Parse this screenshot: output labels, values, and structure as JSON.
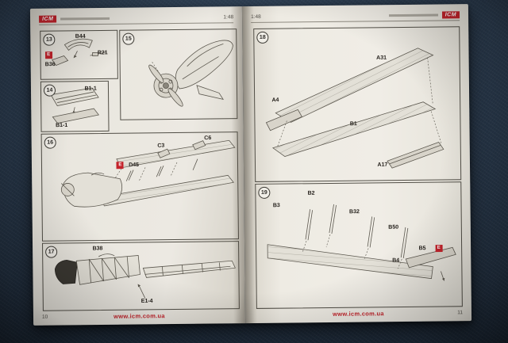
{
  "brand": {
    "logo_text": "ICM",
    "red": "#c4232b"
  },
  "left_page": {
    "scale": "1:48",
    "page_number": "10",
    "footer_url": "www.icm.com.ua",
    "steps": {
      "s13": {
        "number": "13",
        "callout": "E",
        "labels": {
          "b44": "B44",
          "r21": "R21",
          "b36": "B36"
        }
      },
      "s14": {
        "number": "14",
        "labels": {
          "top": "B1-1",
          "bottom": "B1-1"
        }
      },
      "s15": {
        "number": "15"
      },
      "s16": {
        "number": "16",
        "callout": "E",
        "labels": {
          "c3": "C3",
          "c6": "C6",
          "d45": "D45"
        }
      },
      "s17": {
        "number": "17",
        "labels": {
          "b38": "B38",
          "e14": "E1-4"
        }
      }
    }
  },
  "right_page": {
    "scale": "1:48",
    "page_number": "11",
    "footer_url": "www.icm.com.ua",
    "steps": {
      "s18": {
        "number": "18",
        "labels": {
          "a31": "A31",
          "a4": "A4",
          "b1": "B1",
          "a17": "A17"
        }
      },
      "s19": {
        "number": "19",
        "callout": "E",
        "labels": {
          "b3": "B3",
          "b2": "B2",
          "b32": "B32",
          "b50": "B50",
          "b4": "B4",
          "b5": "B5"
        }
      }
    }
  }
}
